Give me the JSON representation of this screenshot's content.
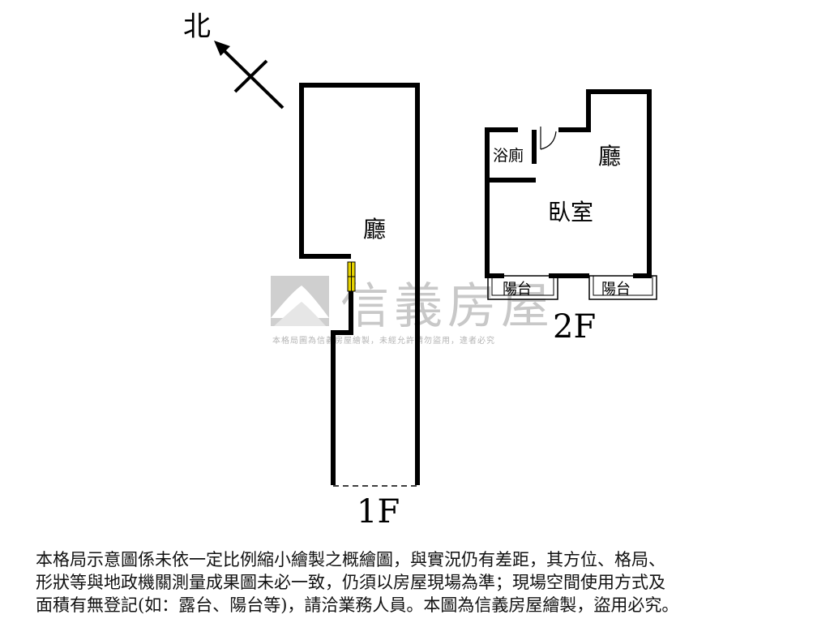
{
  "compass": {
    "north_label": "北"
  },
  "floor1": {
    "label": "1F",
    "rooms": [
      {
        "name": "廳"
      }
    ]
  },
  "floor2": {
    "label": "2F",
    "rooms": [
      {
        "name": "浴廁"
      },
      {
        "name": "廳"
      },
      {
        "name": "臥室"
      },
      {
        "name": "陽台"
      },
      {
        "name": "陽台"
      }
    ]
  },
  "watermark": {
    "brand": "信義房屋",
    "notice": "本格局圖為信義房屋繪製，未經允許請勿盜用，違者必究"
  },
  "disclaimer": {
    "lines": [
      "本格局示意圖係未依一定比例縮小繪製之概繪圖，與實況仍有差距，其方位、格局、",
      "形狀等與地政機關測量成果圖未必一致，仍須以房屋現場為準；現場空間使用方式及",
      "面積有無登記(如：露台、陽台等)，請洽業務人員。本圖為信義房屋繪製，盜用必究。"
    ]
  },
  "colors": {
    "wall": "#000000",
    "watermark": "#c8c8c8",
    "door_marker": "#e6d200"
  }
}
